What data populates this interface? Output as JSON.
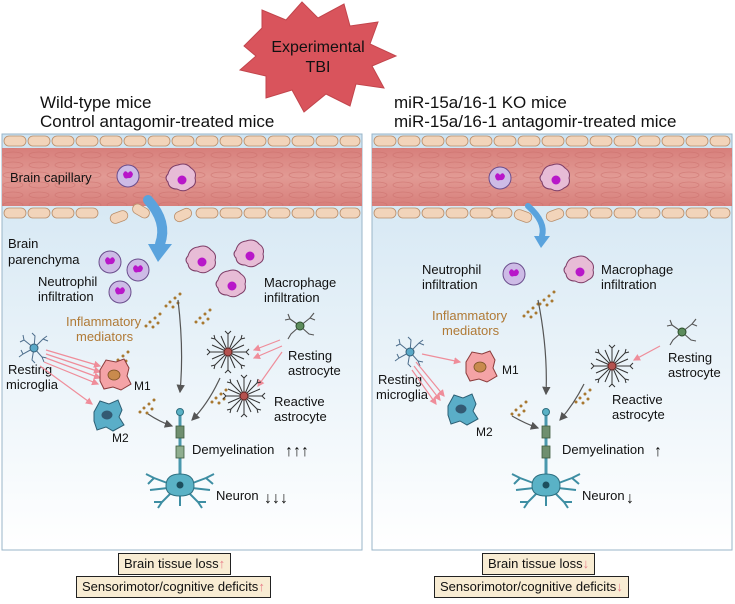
{
  "header": {
    "line1": "Experimental",
    "line2": "TBI"
  },
  "left": {
    "title1": "Wild-type mice",
    "title2": "Control antagomir-treated mice",
    "brain_capillary": "Brain capillary",
    "brain_parenchyma_1": "Brain",
    "brain_parenchyma_2": "parenchyma",
    "neutrophil_1": "Neutrophil",
    "neutrophil_2": "infiltration",
    "macrophage_1": "Macrophage",
    "macrophage_2": "infiltration",
    "inflammatory_1": "Inflammatory",
    "inflammatory_2": "mediators",
    "resting_microglia_1": "Resting",
    "resting_microglia_2": "microglia",
    "m1": "M1",
    "m2": "M2",
    "resting_astrocyte_1": "Resting",
    "resting_astrocyte_2": "astrocyte",
    "reactive_astrocyte_1": "Reactive",
    "reactive_astrocyte_2": "astrocyte",
    "demyelination": "Demyelination",
    "demyelination_arrows": "↑↑↑",
    "neuron": "Neuron",
    "neuron_arrows": "↓↓↓",
    "tissue_loss": "Brain tissue loss",
    "tissue_loss_arrow": "↑",
    "deficits": "Sensorimotor/cognitive deficits",
    "deficits_arrow": "↑"
  },
  "right": {
    "title1": "miR-15a/16-1 KO mice",
    "title2": "miR-15a/16-1 antagomir-treated mice",
    "neutrophil_1": "Neutrophil",
    "neutrophil_2": "infiltration",
    "macrophage_1": "Macrophage",
    "macrophage_2": "infiltration",
    "inflammatory_1": "Inflammatory",
    "inflammatory_2": "mediators",
    "resting_microglia_1": "Resting",
    "resting_microglia_2": "microglia",
    "m1": "M1",
    "m2": "M2",
    "resting_astrocyte_1": "Resting",
    "resting_astrocyte_2": "astrocyte",
    "reactive_astrocyte_1": "Reactive",
    "reactive_astrocyte_2": "astrocyte",
    "demyelination": "Demyelination",
    "demyelination_arrows": "↑",
    "neuron": "Neuron",
    "neuron_arrows": "↓",
    "tissue_loss": "Brain tissue loss",
    "tissue_loss_arrow": "↓",
    "deficits": "Sensorimotor/cognitive deficits",
    "deficits_arrow": "↓"
  },
  "colors": {
    "starburst": "#d9545c",
    "vessel": "#d98a86",
    "endothelium": "#f2d4ba",
    "parenchyma_top": "#cfe4f2",
    "flow_arrow": "#5aa3dd",
    "pink_arrow": "#ef8d9a",
    "mediator_dots": "#a87830",
    "microglia": "#5aa9c8",
    "m1_cell": "#f4a0a0",
    "astrocyte": "#444444",
    "neuron": "#5ab2c6",
    "macrophage": "#e6b8d4",
    "neutrophil": "#c9b8e3",
    "nucleus": "#b817c9"
  }
}
